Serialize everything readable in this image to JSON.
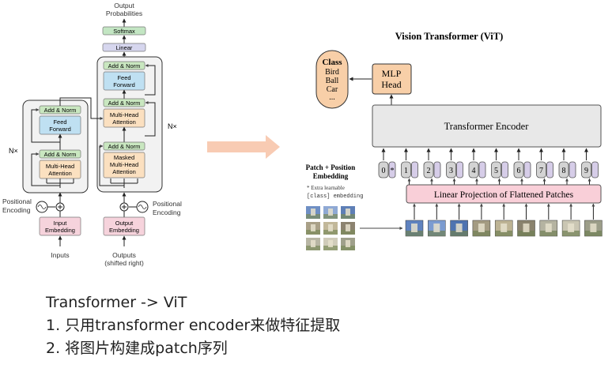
{
  "transformer": {
    "output_probabilities_line1": "Output",
    "output_probabilities_line2": "Probabilities",
    "softmax": "Softmax",
    "linear": "Linear",
    "add_norm": "Add & Norm",
    "feed_line1": "Feed",
    "feed_line2": "Forward",
    "mha_line1": "Multi-Head",
    "mha_line2": "Attention",
    "masked_line1": "Masked",
    "masked_line2": "Multi-Head",
    "masked_line3": "Attention",
    "nx": "N×",
    "pos_enc_line1": "Positional",
    "pos_enc_line2": "Encoding",
    "input_emb_line1": "Input",
    "input_emb_line2": "Embedding",
    "output_emb_line1": "Output",
    "output_emb_line2": "Embedding",
    "inputs": "Inputs",
    "outputs_line1": "Outputs",
    "outputs_line2": "(shifted right)"
  },
  "vit": {
    "title": "Vision Transformer (ViT)",
    "class_line1": "Class",
    "class_items": [
      "Bird",
      "Ball",
      "Car",
      "..."
    ],
    "mlp_line1": "MLP",
    "mlp_line2": "Head",
    "encoder": "Transformer Encoder",
    "patch_pos_line1": "Patch + Position",
    "patch_pos_line2": "Embedding",
    "extra_line1": "* Extra learnable",
    "extra_line2": "[class] embedding",
    "linear_projection": "Linear Projection of Flattened Patches",
    "position_labels": [
      "0",
      "1",
      "2",
      "3",
      "4",
      "5",
      "6",
      "7",
      "8",
      "9"
    ],
    "class_token_marker": "*"
  },
  "caption": {
    "line1": "Transformer -> ViT",
    "line2": "1.  只用transformer encoder来做特征提取",
    "line3": "2.  将图片构建成patch序列"
  },
  "colors": {
    "ln_green": "#c9e7c0",
    "ff_blue": "#bfe0f2",
    "attn_orange": "#fbe0c0",
    "emb_pink": "#f6d3dc",
    "softmax_green": "#c3e6c3",
    "linear_purple": "#d6d6ee",
    "arrow_peach": "#f8cbb3",
    "class_orange": "#f8cfa8",
    "encoder_gray": "#e8e8e8",
    "projection_pink": "#f9cfd8",
    "token_purple": "#d6cde8"
  }
}
